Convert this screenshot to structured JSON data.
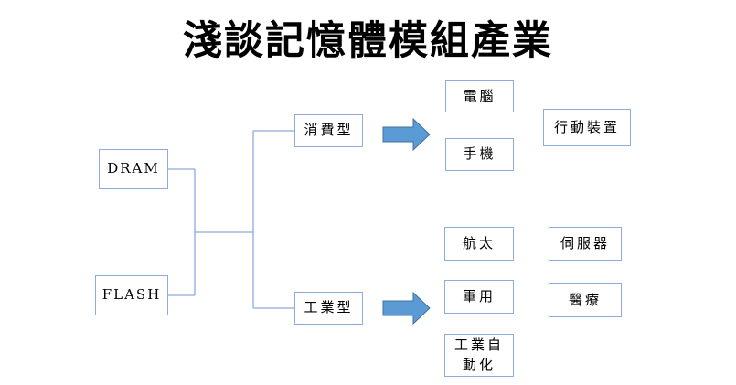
{
  "title": "淺談記憶體模組產業",
  "colors": {
    "background": "#ffffff",
    "box_border": "#8faadc",
    "line": "#8faadc",
    "arrow_fill": "#5b9bd5",
    "arrow_border": "#41719c",
    "text": "#000000"
  },
  "nodes": {
    "dram": "DRAM",
    "flash": "FLASH",
    "consumer": "消費型",
    "industrial": "工業型",
    "computer": "電腦",
    "phone": "手機",
    "mobile_devices": "行動裝置",
    "aerospace": "航太",
    "military": "軍用",
    "industrial_automation": "工業自動化",
    "server": "伺服器",
    "medical": "醫療"
  }
}
